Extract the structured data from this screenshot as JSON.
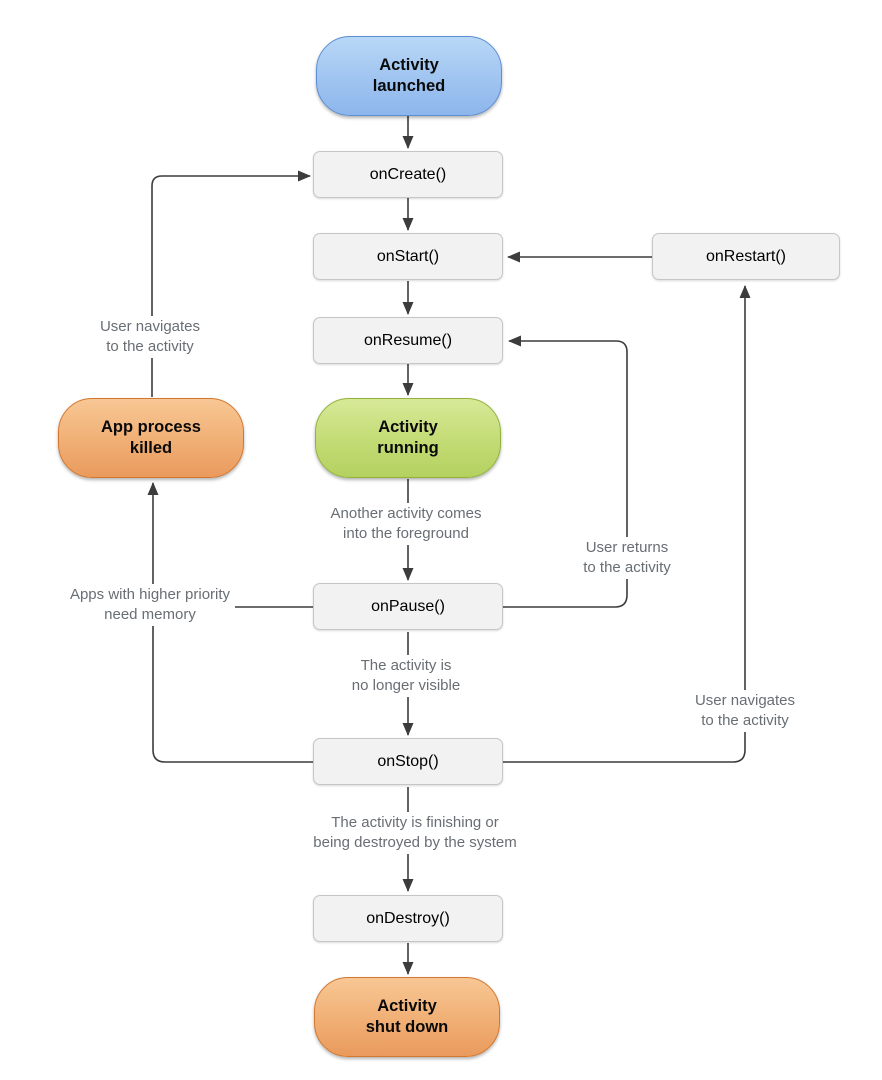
{
  "nodes": {
    "activity_launched": {
      "label": "Activity\nlaunched"
    },
    "on_create": {
      "label": "onCreate()"
    },
    "on_start": {
      "label": "onStart()"
    },
    "on_restart": {
      "label": "onRestart()"
    },
    "on_resume": {
      "label": "onResume()"
    },
    "activity_running": {
      "label": "Activity\nrunning"
    },
    "on_pause": {
      "label": "onPause()"
    },
    "on_stop": {
      "label": "onStop()"
    },
    "on_destroy": {
      "label": "onDestroy()"
    },
    "activity_shut_down": {
      "label": "Activity\nshut down"
    },
    "app_process_killed": {
      "label": "App process\nkilled"
    }
  },
  "labels": {
    "user_navigates_left": "User navigates\nto the activity",
    "apps_priority": "Apps with higher priority\nneed memory",
    "another_activity_foreground": "Another activity comes\ninto the foreground",
    "user_returns": "User returns\nto the activity",
    "activity_no_longer_visible": "The activity is\nno longer visible",
    "user_navigates_right": "User navigates\nto the activity",
    "activity_finishing": "The activity is finishing or\nbeing destroyed by the system"
  },
  "colors": {
    "launched_fill_top": "#b9d8f7",
    "launched_fill_bottom": "#8db6ec",
    "launched_border": "#5c8ed2",
    "running_fill_top": "#d7e998",
    "running_fill_bottom": "#b4d160",
    "running_border": "#93b23b",
    "killed_fill_top": "#f8c795",
    "killed_fill_bottom": "#ea9a5d",
    "killed_border": "#d3772f",
    "callback_fill": "#f2f2f2",
    "callback_border": "#c6c6c6",
    "arrow": "#3c3c3c",
    "edge_label_text": "#686e74"
  }
}
